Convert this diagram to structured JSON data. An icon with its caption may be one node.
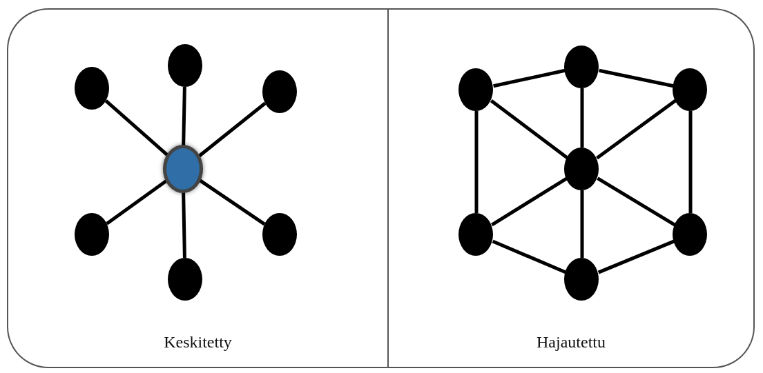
{
  "diagram": {
    "nodes": [
      {
        "text": [
          "Keskitetty"
        ]
      },
      {
        "text": [],
        "shape": "circle",
        "in": 0
      },
      {
        "text": [],
        "shape": "circle",
        "in": 0
      },
      {
        "text": [],
        "shape": "circle",
        "in": 0
      },
      {
        "text": [],
        "shape": "circle",
        "in": 0
      },
      {
        "text": [],
        "shape": "circle",
        "in": 0
      },
      {
        "text": [],
        "shape": "circle",
        "in": 0
      },
      {
        "text": [],
        "shape": "circle",
        "in": 0
      },
      {
        "text": [
          "Hajautettu"
        ]
      },
      {
        "text": [],
        "shape": "circle",
        "in": 8
      },
      {
        "text": [],
        "shape": "circle",
        "in": 8
      },
      {
        "text": [],
        "shape": "circle",
        "in": 8
      },
      {
        "text": [],
        "shape": "circle",
        "in": 8
      },
      {
        "text": [],
        "shape": "circle",
        "in": 8
      },
      {
        "text": [],
        "shape": "circle",
        "in": 8
      },
      {
        "text": [],
        "shape": "circle",
        "in": 8
      }
    ],
    "edges": [
      {
        "from": 4,
        "to": 1,
        "arrow": "none"
      },
      {
        "from": 4,
        "to": 2,
        "arrow": "none"
      },
      {
        "from": 4,
        "to": 3,
        "arrow": "none"
      },
      {
        "from": 4,
        "to": 5,
        "arrow": "none"
      },
      {
        "from": 4,
        "to": 6,
        "arrow": "none"
      },
      {
        "from": 4,
        "to": 7,
        "arrow": "none"
      },
      {
        "from": 9,
        "to": 10,
        "arrow": "none"
      },
      {
        "from": 10,
        "to": 11,
        "arrow": "none"
      },
      {
        "from": 9,
        "to": 13,
        "arrow": "none"
      },
      {
        "from": 11,
        "to": 14,
        "arrow": "none"
      },
      {
        "from": 13,
        "to": 15,
        "arrow": "none"
      },
      {
        "from": 15,
        "to": 14,
        "arrow": "none"
      },
      {
        "from": 12,
        "to": 9,
        "arrow": "none"
      },
      {
        "from": 12,
        "to": 10,
        "arrow": "none"
      },
      {
        "from": 12,
        "to": 11,
        "arrow": "none"
      },
      {
        "from": 12,
        "to": 13,
        "arrow": "none"
      },
      {
        "from": 12,
        "to": 14,
        "arrow": "none"
      },
      {
        "from": 12,
        "to": 15,
        "arrow": "none"
      }
    ]
  }
}
